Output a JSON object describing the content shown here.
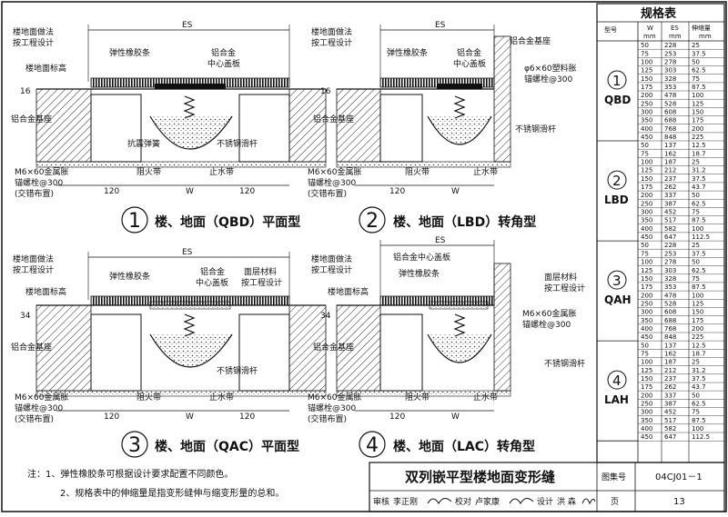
{
  "labels": {
    "es": "ES",
    "w": "W",
    "d120": "120",
    "floor_method": "楼地面做法",
    "per_design": "按工程设计",
    "floor_level": "楼地面标高",
    "elastic_strip": "弹性橡胶条",
    "alu": "铝合金",
    "center_plate": "中心盖板",
    "alu_base": "铝合金基座",
    "anti_spring": "抗震弹簧",
    "ss_rod": "不锈钢滑杆",
    "bolt1": "M6×60金属胀",
    "bolt2": "锚螺栓@300",
    "stagger": "(交错布置)",
    "fire": "阻火带",
    "water": "止水带",
    "plastic1": "φ6×60塑料胀",
    "plastic2": "锚螺栓@300",
    "surface1": "面层材料",
    "surface2": "按工程设计",
    "alu_center": "铝合金中心盖板",
    "dim16": "16",
    "dim34": "34"
  },
  "captions": [
    {
      "num": "1",
      "text": "楼、地面（QBD）平面型"
    },
    {
      "num": "2",
      "text": "楼、地面（LBD）转角型"
    },
    {
      "num": "3",
      "text": "楼、地面（QAC）平面型"
    },
    {
      "num": "4",
      "text": "楼、地面（LAC）转角型"
    }
  ],
  "spec_table": {
    "title": "规格表",
    "headers": {
      "model": "型号",
      "w": "W",
      "w_unit": "mm",
      "es": "ES",
      "es_unit": "mm",
      "exp": "伸缩量",
      "exp_unit": "mm"
    },
    "groups": [
      {
        "num": "1",
        "code": "QBD",
        "rows": [
          [
            "50",
            "228",
            "25"
          ],
          [
            "75",
            "253",
            "37.5"
          ],
          [
            "100",
            "278",
            "50"
          ],
          [
            "125",
            "303",
            "62.5"
          ],
          [
            "150",
            "328",
            "75"
          ],
          [
            "175",
            "353",
            "87.5"
          ],
          [
            "200",
            "478",
            "100"
          ],
          [
            "250",
            "528",
            "125"
          ],
          [
            "300",
            "608",
            "150"
          ],
          [
            "350",
            "688",
            "175"
          ],
          [
            "400",
            "768",
            "200"
          ],
          [
            "450",
            "848",
            "225"
          ]
        ]
      },
      {
        "num": "2",
        "code": "LBD",
        "rows": [
          [
            "50",
            "137",
            "12.5"
          ],
          [
            "75",
            "162",
            "18.7"
          ],
          [
            "100",
            "187",
            "25"
          ],
          [
            "125",
            "212",
            "31.2"
          ],
          [
            "150",
            "237",
            "37.5"
          ],
          [
            "175",
            "262",
            "43.7"
          ],
          [
            "200",
            "337",
            "50"
          ],
          [
            "250",
            "387",
            "62.5"
          ],
          [
            "300",
            "452",
            "75"
          ],
          [
            "350",
            "517",
            "87.5"
          ],
          [
            "400",
            "582",
            "100"
          ],
          [
            "450",
            "647",
            "112.5"
          ]
        ]
      },
      {
        "num": "3",
        "code": "QAH",
        "rows": [
          [
            "50",
            "228",
            "25"
          ],
          [
            "75",
            "253",
            "37.5"
          ],
          [
            "100",
            "278",
            "50"
          ],
          [
            "125",
            "303",
            "62.5"
          ],
          [
            "150",
            "328",
            "75"
          ],
          [
            "175",
            "353",
            "87.5"
          ],
          [
            "200",
            "478",
            "100"
          ],
          [
            "250",
            "528",
            "125"
          ],
          [
            "300",
            "608",
            "150"
          ],
          [
            "350",
            "688",
            "175"
          ],
          [
            "400",
            "768",
            "200"
          ],
          [
            "450",
            "848",
            "225"
          ]
        ]
      },
      {
        "num": "4",
        "code": "LAH",
        "rows": [
          [
            "50",
            "137",
            "12.5"
          ],
          [
            "75",
            "162",
            "18.7"
          ],
          [
            "100",
            "187",
            "25"
          ],
          [
            "125",
            "212",
            "31.2"
          ],
          [
            "150",
            "237",
            "37.5"
          ],
          [
            "175",
            "262",
            "43.7"
          ],
          [
            "200",
            "337",
            "50"
          ],
          [
            "250",
            "387",
            "62.5"
          ],
          [
            "300",
            "452",
            "75"
          ],
          [
            "350",
            "517",
            "87.5"
          ],
          [
            "400",
            "582",
            "100"
          ],
          [
            "450",
            "647",
            "112.5"
          ]
        ]
      }
    ]
  },
  "notes": {
    "n1": "注：1、弹性橡胶条可根据设计要求配置不同颜色。",
    "n2": "2、规格表中的伸缩量是指变形缝伸与缩变形量的总和。"
  },
  "title_block": {
    "title": "双列嵌平型楼地面变形缝",
    "atlas_label": "图集号",
    "atlas_no": "04CJ01－1",
    "page_label": "页",
    "page_no": "13",
    "review_label": "审核",
    "reviewer": "李正刚",
    "check_label": "校对",
    "checker": "卢家康",
    "design_label": "设计",
    "designer": "洪  森"
  }
}
